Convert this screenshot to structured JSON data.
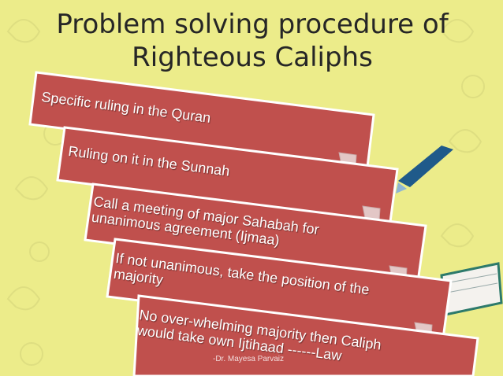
{
  "slide": {
    "title_line1": "Problem solving procedure of",
    "title_line2": "Righteous Caliphs",
    "steps": [
      {
        "line1": "Specific ruling in the Quran",
        "line2": ""
      },
      {
        "line1": "Ruling on it in the Sunnah",
        "line2": ""
      },
      {
        "line1": "Call a meeting of major Sahabah for",
        "line2": "unanimous agreement (Ijmaa)"
      },
      {
        "line1": "If not unanimous, take the position of the",
        "line2": "majority"
      },
      {
        "line1": "No over-whelming majority then Caliph",
        "line2": "would take own Ijtihaad ------Law"
      }
    ],
    "footer": "-Dr. Mayesa Parvaiz",
    "colors": {
      "background": "#ecec8a",
      "box_fill": "#c0504d",
      "box_border": "#ffffff",
      "arrow_fill": "#e3c7c6",
      "title_text": "#262626"
    }
  }
}
